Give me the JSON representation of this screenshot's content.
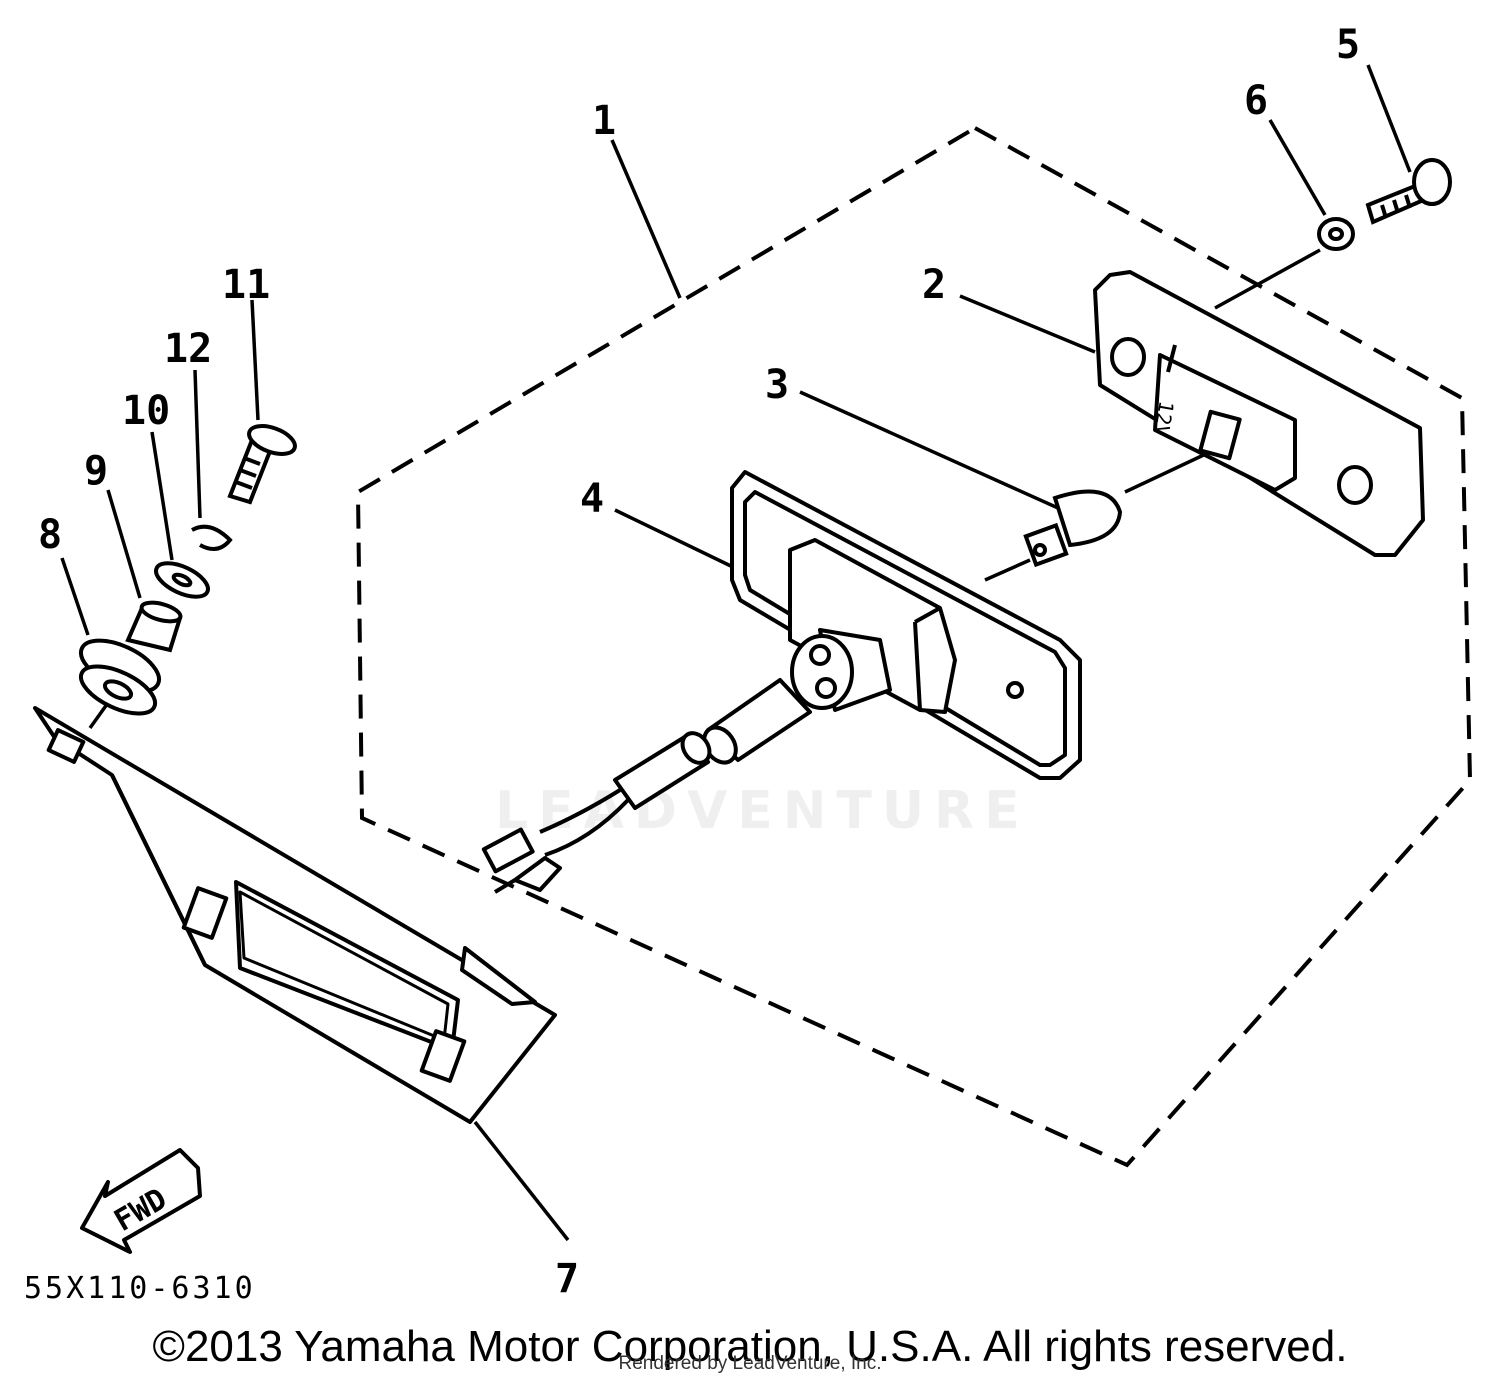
{
  "diagram": {
    "callouts": {
      "c1": "1",
      "c2": "2",
      "c3": "3",
      "c4": "4",
      "c5": "5",
      "c6": "6",
      "c7": "7",
      "c8": "8",
      "c9": "9",
      "c10": "10",
      "c11": "11",
      "c12": "12"
    },
    "arrow_label": "FWD",
    "bulb_label": "12V",
    "part_code": "55X110-6310",
    "watermark": "LEADVENTURE"
  },
  "footer": {
    "copyright": "©2013 Yamaha Motor Corporation, U.S.A. All rights reserved.",
    "rendered_by": "Rendered by LeadVenture, Inc."
  }
}
